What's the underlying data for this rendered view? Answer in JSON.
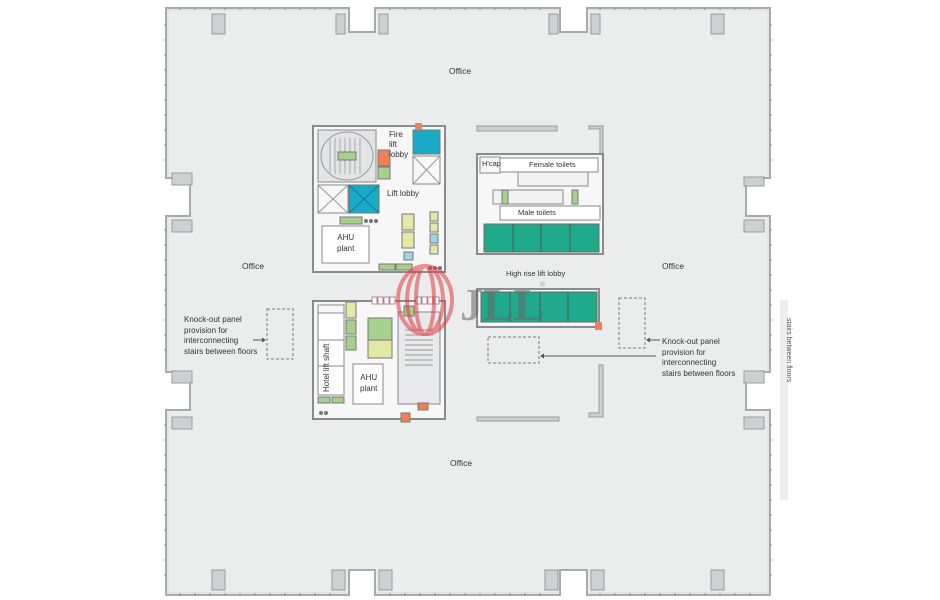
{
  "floorplan": {
    "colors": {
      "floor": "#ebeded",
      "wall": "#a9aaab",
      "column": "#cfd0d1",
      "lift_cyan": "#1ba9c8",
      "lift_green": "#1faa8c",
      "riser_yellow": "#e2e9a4",
      "riser_green": "#a8d08d",
      "orange": "#f08157",
      "watermark_red": "#e23a3f",
      "watermark_gray": "#777777"
    },
    "labels": {
      "office_top": "Office",
      "office_left": "Office",
      "office_right": "Office",
      "office_bottom": "Office",
      "fire_lift_lobby": "Fire\nlift\nlobby",
      "lift_lobby": "Lift lobby",
      "ahu_plant_upper": "AHU\nplant",
      "ahu_plant_lower": "AHU\nplant",
      "hotel_lift_shaft": "Hotel lift shaft",
      "hcap": "H'cap",
      "female_toilets": "Female toilets",
      "male_toilets": "Male toilets",
      "high_rise_lift_lobby": "High rise lift lobby",
      "knockout_left": "Knock-out panel\nprovision for\ninterconnecting\nstairs between floors",
      "knockout_right": "Knock-out panel\nprovision for\ninterconnecting\nstairs between floors",
      "edge_cutoff_text": "stairs between floors"
    },
    "watermark": {
      "text": "JLL",
      "registered": "®"
    }
  }
}
